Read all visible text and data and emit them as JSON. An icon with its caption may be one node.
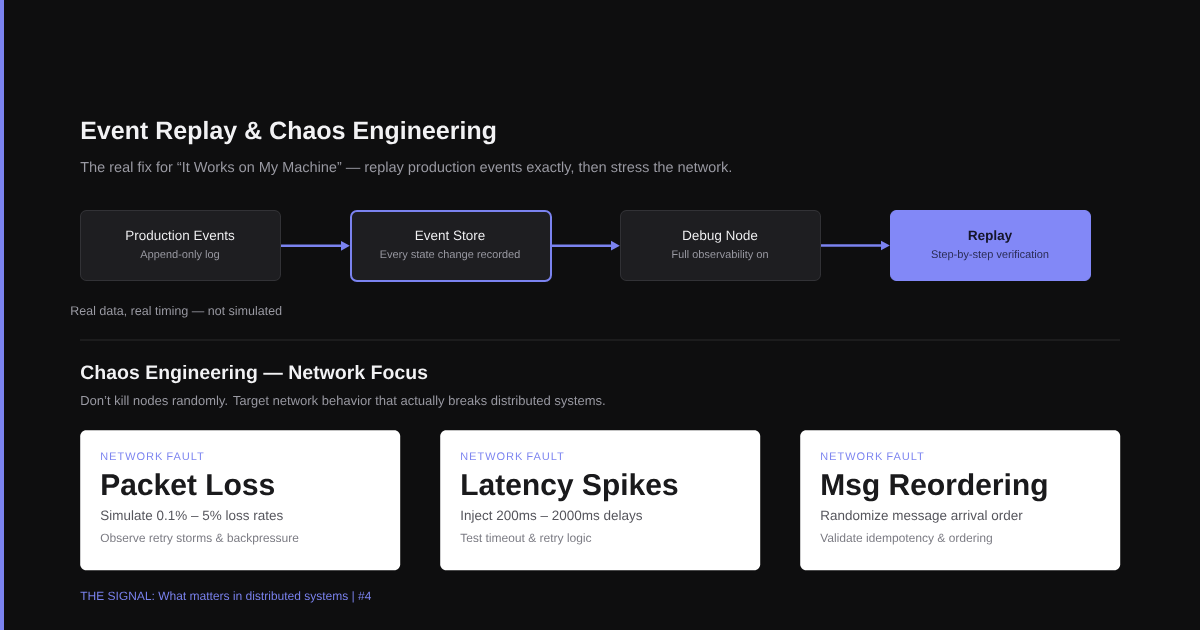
{
  "diagram": {
    "title": "Event Replay & Chaos Engineering",
    "nodes": [
      {
        "text": [
          "Production Events",
          "Append-only log"
        ]
      },
      {
        "text": [
          "Event Store",
          "Every state change recorded"
        ]
      },
      {
        "text": [
          "Debug Node",
          "Full observability on"
        ]
      },
      {
        "text": [
          "Replay",
          "Step-by-step verification"
        ]
      },
      {
        "text": [
          "NETWORK FAULT",
          "Packet Loss",
          "Simulate 0.1% – 5% loss rates",
          "Observe retry storms & backpressure"
        ]
      },
      {
        "text": [
          "NETWORK FAULT",
          "Latency Spikes",
          "Inject 200ms – 2000ms delays",
          "Test timeout & retry logic"
        ]
      },
      {
        "text": [
          "NETWORK FAULT",
          "Msg Reordering",
          "Randomize message arrival order",
          "Validate idempotency & ordering"
        ]
      }
    ],
    "edges": [
      {
        "from": 0,
        "to": 1,
        "arrow": "to"
      },
      {
        "from": 1,
        "to": 2,
        "arrow": "to"
      },
      {
        "from": 2,
        "to": 3,
        "arrow": "to"
      }
    ],
    "labels": [
      "The real fix for “It Works on My Machine” — replay production events exactly, then stress the network.",
      "Real data, real timing — not simulated",
      "Chaos Engineering — Network Focus",
      "Don’t kill nodes randomly. Target network behavior that actually breaks distributed systems.",
      "THE SIGNAL: What matters in distributed systems | #4"
    ]
  }
}
